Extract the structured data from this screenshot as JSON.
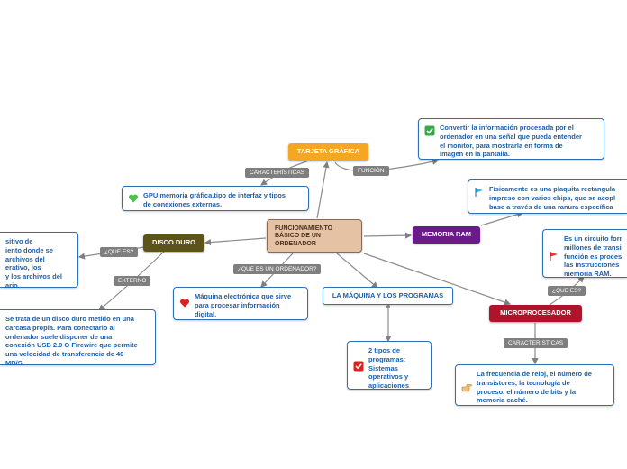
{
  "central": {
    "lines": [
      "FUNCIONAMIENTO",
      "BÁSICO DE UN",
      "ORDENADOR"
    ]
  },
  "topics": {
    "tarjeta": "TARJETA GRÁFICA",
    "ram": "MEMORIA RAM",
    "disco": "DISCO DURO",
    "micro": "MICROPROCESADOR",
    "maquina": "LA MÁQUINA Y LOS PROGRAMAS"
  },
  "labels": {
    "caracteristicas_tarjeta": "CARACTERÍSTICAS",
    "funcion": "FUNCIÓN",
    "que_es_disco": "¿QUE ES?",
    "externo": "EXTERNO",
    "que_es_ordenador": "¿QUE ES UN ORDENADOR?",
    "que_es_micro": "¿QUE ES?",
    "caracteristicas_micro": "CARACTERISTICAS"
  },
  "notes": {
    "funcion": [
      "Convertir la información procesada por el",
      "ordenador en una señal que pueda entender",
      "el monitor, para mostrarla en forma de",
      "imagen en la pantalla."
    ],
    "gpu": [
      "GPU,memoria gráfica,tipo de interfaz y tipos",
      "de conexiones externas."
    ],
    "ram": [
      "Físicamente es una plaquita rectangula",
      "impreso con varios chips, que se acopl",
      "base a través de una ranura específica"
    ],
    "micro_que": [
      "Es un circuito form",
      "millones de transi",
      "función es proces",
      "las instrucciones",
      "memoria RAM."
    ],
    "disco_que": [
      "sitivo de",
      "iento donde se",
      "archivos del",
      "erativo, los",
      "y los archivos del",
      "ario."
    ],
    "externo": [
      "Se trata de un disco duro metido en una",
      "carcasa propia. Para conectarlo al",
      "ordenador suele disponer de una",
      "conexión USB 2.0 O Firewire que permite",
      "una velocidad de transferencia de 40",
      "MB/S."
    ],
    "maquina_def": [
      "Máquina electrónica que sirve",
      "para procesar información",
      "digital."
    ],
    "programas": [
      "2 tipos de",
      "programas:",
      "Sistemas",
      "operativos y",
      "aplicaciones"
    ],
    "micro_car": [
      "La frecuencia de reloj, el número de",
      "transistores, la tecnología de",
      "proceso, el número de bits y la",
      "memoria caché."
    ]
  },
  "colors": {
    "tarjeta": "#f5a623",
    "ram": "#6a1b8a",
    "disco": "#5c5418",
    "micro": "#b0132a",
    "note_border": "#2e6fb5",
    "note_text": "#1d5fa8",
    "central_bg": "#e6c2a4"
  },
  "icons": {
    "funcion": "check-square-icon",
    "gpu": "green-heart-icon",
    "ram": "blue-flag-icon",
    "micro_que": "red-flag-icon",
    "maquina_def": "red-heart-icon",
    "programas": "red-check-square-icon",
    "micro_car": "pointing-hand-icon"
  }
}
